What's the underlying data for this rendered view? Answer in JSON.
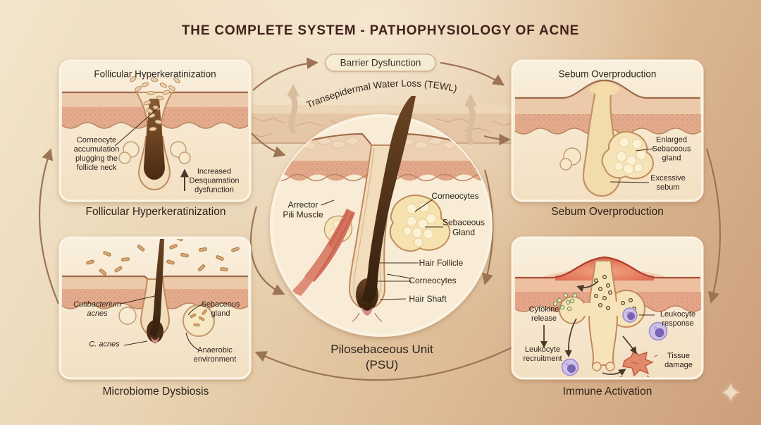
{
  "title": "THE COMPLETE SYSTEM - PATHOPHYSIOLOGY OF ACNE",
  "cycle": {
    "badge": "Barrier Dysfunction",
    "tewl": "Transepidermal Water Loss (TEWL)"
  },
  "center": {
    "caption": "Pilosebaceous Unit\n(PSU)",
    "labels": {
      "arrector_pili": "Arrector\nPili Muscle",
      "corneocytes_upper": "Corneocytes",
      "sebaceous_gland": "Sebaceous\nGland",
      "hair_follicle": "Hair Follicle",
      "corneocytes_lower": "Corneocytes",
      "hair_shaft": "Hair Shaft"
    }
  },
  "panels": {
    "follicular": {
      "title": "Follicular Hyperkeratinization",
      "caption": "Follicular Hyperkeratinization",
      "labels": {
        "corneocyte_accumulation": "Corneocyte\naccumulation\nplugging the\nfollicle neck",
        "desquamation": "Increased\nDesquamation\ndysfunction"
      }
    },
    "sebum": {
      "title": "Sebum Overproduction",
      "caption": "Sebum Overproduction",
      "labels": {
        "enlarged_gland": "Enlarged\nSebaceous\ngland",
        "excessive_sebum": "Excessive\nsebum"
      }
    },
    "microbiome": {
      "caption": "Microbiome Dysbiosis",
      "labels": {
        "cutibacterium": "Cutibacterium\nacnes",
        "sebaceous_gland": "Sebaceous\ngland",
        "c_acnes": "C. acnes",
        "anaerobic": "Anaerobic\nenvironment"
      }
    },
    "immune": {
      "caption": "Immune Activation",
      "labels": {
        "cytokine": "Cytokine\nrelease",
        "leukocyte_response": "Leukocyte\nresponse",
        "leukocyte_recruitment": "Leukocyte\nrecruitment",
        "tissue_damage": "Tissue\ndamage"
      }
    }
  },
  "colors": {
    "background_light": "#f3e6cc",
    "background_dark": "#cc9e79",
    "panel_fill": "#f8ecd7",
    "panel_border": "#fcf5e6",
    "arrow_accent": "#9b7454",
    "title_text": "#41221b",
    "label_text": "#2c231c",
    "hair_brown": "#4a2b15",
    "sebum_yellow": "#f3dcab",
    "inflammation_red": "#dd6f52",
    "leukocyte_purple": "#8d77c2",
    "bacteria_tan": "#d9a873"
  },
  "decor": {
    "sparkle_icon": "✦"
  }
}
